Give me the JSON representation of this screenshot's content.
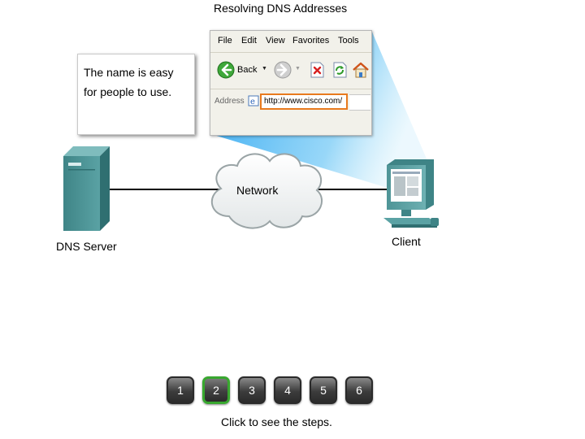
{
  "title": "Resolving DNS Addresses",
  "callout_text": "The name is easy for people to use.",
  "browser": {
    "menu": [
      "File",
      "Edit",
      "View",
      "Favorites",
      "Tools"
    ],
    "back_label": "Back",
    "address_label": "Address",
    "address_value": "http://www.cisco.com/"
  },
  "nodes": {
    "server_label": "DNS Server",
    "network_label": "Network",
    "client_label": "Client"
  },
  "steps": {
    "buttons": [
      "1",
      "2",
      "3",
      "4",
      "5",
      "6"
    ],
    "active": "2",
    "hint": "Click to see the steps."
  },
  "colors": {
    "beam": "#3fb0f0",
    "address_highlight": "#e87a1e",
    "active_step": "#38a82f",
    "server": "#4a8e90",
    "cloud_edge": "#9aa4a6"
  }
}
